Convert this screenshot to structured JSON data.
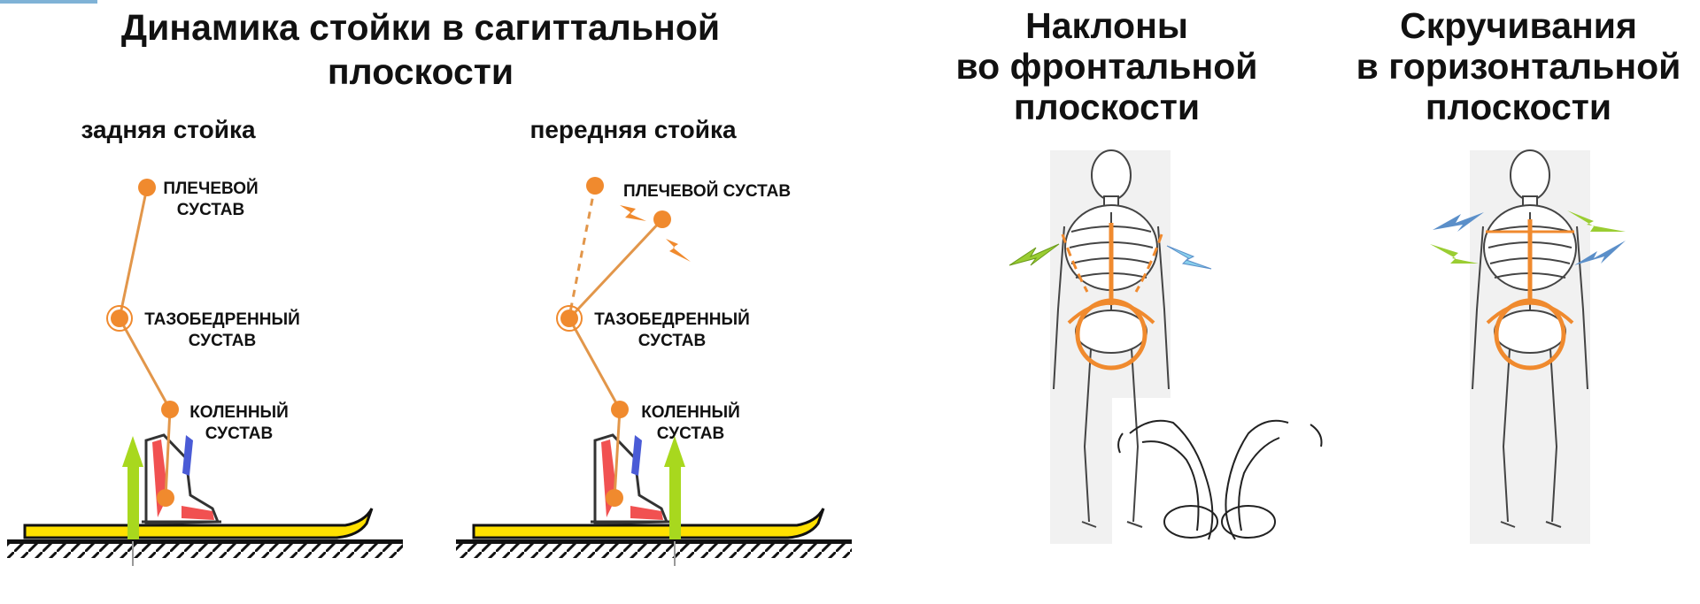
{
  "titles": {
    "sagittal_line1": "Динамика стойки в сагиттальной",
    "sagittal_line2": "плоскости",
    "frontal_line1": "Наклоны",
    "frontal_line2": "во фронтальной",
    "frontal_line3": "плоскости",
    "horizontal_line1": "Скручивания",
    "horizontal_line2": "в горизонтальной",
    "horizontal_line3": "плоскости"
  },
  "stances": {
    "back_title": "задняя стойка",
    "front_title": "передняя стойка"
  },
  "joints": {
    "back_shoulder_1": "ПЛЕЧЕВОЙ",
    "back_shoulder_2": "СУСТАВ",
    "back_hip_1": "ТАЗОБЕДРЕННЫЙ",
    "back_hip_2": "СУСТАВ",
    "back_knee_1": "КОЛЕННЫЙ",
    "back_knee_2": "СУСТАВ",
    "front_shoulder": "ПЛЕЧЕВОЙ СУСТАВ",
    "front_hip_1": "ТАЗОБЕДРЕННЫЙ",
    "front_hip_2": "СУСТАВ",
    "front_knee_1": "КОЛЕННЫЙ",
    "front_knee_2": "СУСТАВ"
  },
  "colors": {
    "joint": "#f08a2e",
    "ski": "#ffe000",
    "arrow_green": "#a8d81e",
    "lightning_orange": "#f08a2e",
    "lightning_green": "#9acd32",
    "lightning_blue": "#87ceeb",
    "lightning_steel": "#5b8fc9"
  },
  "icons": [
    "skeleton-icon",
    "spine-curve-icon",
    "ski-boot-icon",
    "lightning-icon"
  ]
}
